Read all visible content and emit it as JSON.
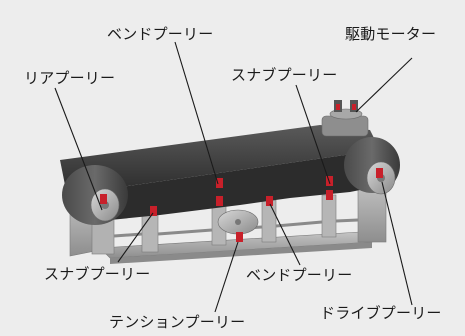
{
  "labels": {
    "rear_pulley": "リアプーリー",
    "bend_pulley_top": "ベンドプーリー",
    "drive_motor": "駆動モーター",
    "snub_pulley_right": "スナブプーリー",
    "snub_pulley_left": "スナブプーリー",
    "bend_pulley_bottom": "ベンドプーリー",
    "tension_pulley": "テンションプーリー",
    "drive_pulley": "ドライブプーリー"
  },
  "colors": {
    "background": "#ededed",
    "belt": "#3c3c3c",
    "frame": "#a8a8a8",
    "bearing_red": "#c8202a",
    "leader_line": "#1a1a1a"
  }
}
